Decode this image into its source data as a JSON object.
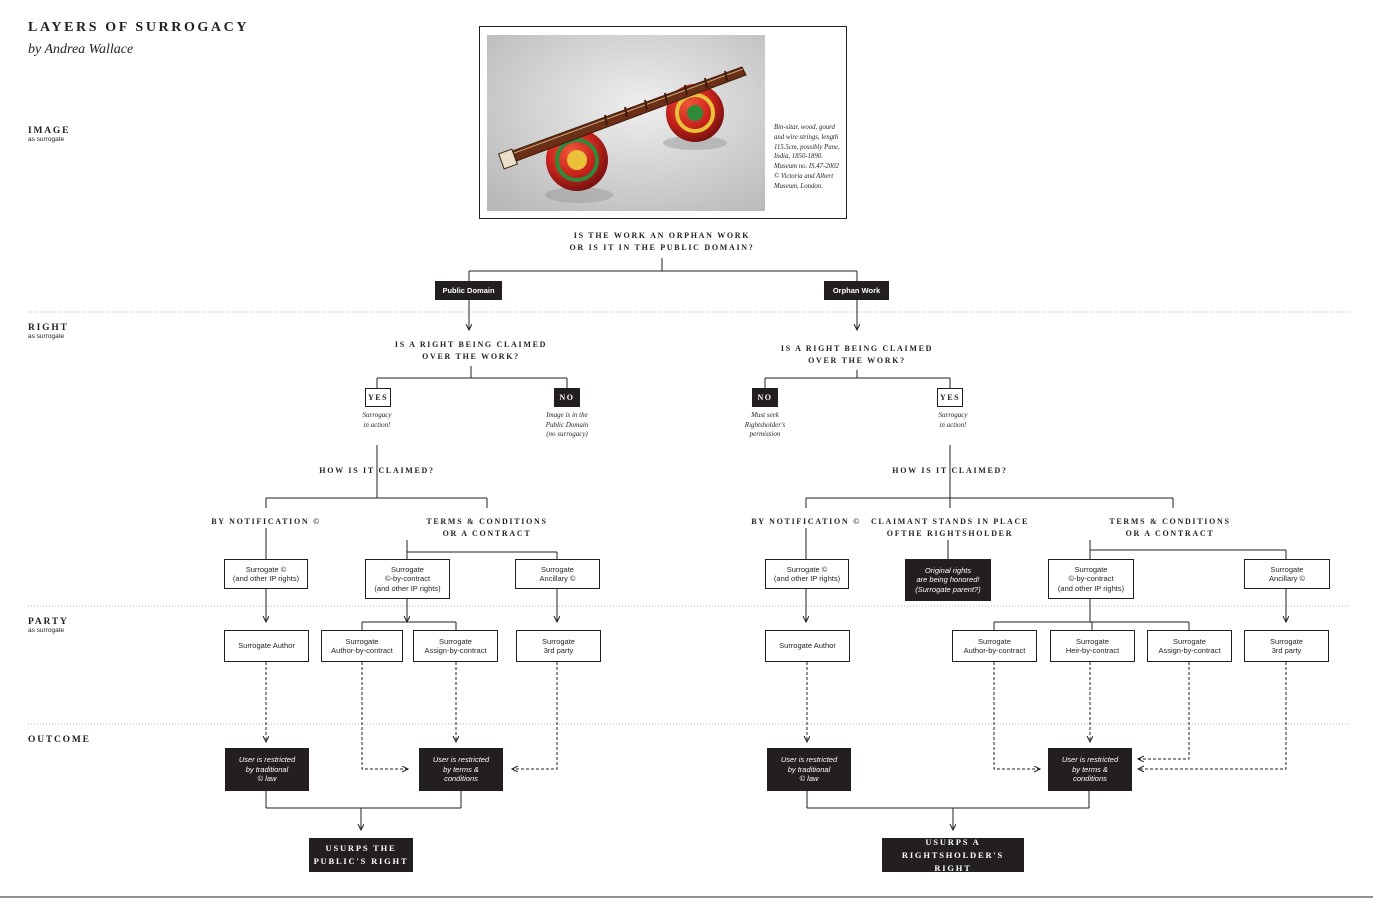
{
  "title": "LAYERS OF SURROGACY",
  "author": "by Andrea Wallace",
  "sections": {
    "image": {
      "label": "IMAGE",
      "sub": "as surrogate"
    },
    "right": {
      "label": "RIGHT",
      "sub": "as surrogate"
    },
    "party": {
      "label": "PARTY",
      "sub": "as surrogate"
    },
    "outcome": {
      "label": "OUTCOME"
    }
  },
  "photo_caption": "Bin-sitar, wood, gourd and wire strings, length 115.5cm, possibly Pune, India, 1850-1890. Museum no. IS.47-2002 © Victoria and Albert Museum, London.",
  "q_top": [
    "IS THE WORK AN ORPHAN WORK",
    "OR IS IT IN THE PUBLIC DOMAIN?"
  ],
  "branch_public": "Public Domain",
  "branch_orphan": "Orphan Work",
  "q_claimed": [
    "IS A RIGHT BEING CLAIMED",
    "OVER THE WORK?"
  ],
  "yes": "YES",
  "no": "NO",
  "left": {
    "yes_note": [
      "Surrogacy",
      "in action!"
    ],
    "no_note": [
      "Image is in the",
      "Public Domain",
      "(no surrogacy)"
    ],
    "how": "HOW IS IT CLAIMED?",
    "by_notification": "BY NOTIFICATION ©",
    "terms": [
      "TERMS & CONDITIONS",
      "OR A CONTRACT"
    ],
    "r1": [
      "Surrogate ©",
      "(and other IP rights)"
    ],
    "r2": [
      "Surrogate",
      "©-by-contract",
      "(and other IP rights)"
    ],
    "r3": [
      "Surrogate",
      "Ancillary ©"
    ],
    "p1": [
      "Surrogate Author"
    ],
    "p2": [
      "Surrogate",
      "Author-by-contract"
    ],
    "p3": [
      "Surrogate",
      "Assign-by-contract"
    ],
    "p4": [
      "Surrogate",
      "3rd party"
    ],
    "o1": [
      "User is restricted",
      "by traditional",
      "© law"
    ],
    "o2": [
      "User is restricted",
      "by terms &",
      "conditions"
    ],
    "usurp": [
      "USURPS THE",
      "PUBLIC'S RIGHT"
    ]
  },
  "right": {
    "no_note": [
      "Must seek",
      "Rightsholder's",
      "permission"
    ],
    "yes_note": [
      "Surrogacy",
      "in action!"
    ],
    "how": "HOW IS IT CLAIMED?",
    "by_notification": "BY NOTIFICATION ©",
    "claimant": [
      "CLAIMANT STANDS IN PLACE",
      "OFTHE RIGHTSHOLDER"
    ],
    "terms": [
      "TERMS & CONDITIONS",
      "OR A CONTRACT"
    ],
    "r1": [
      "Surrogate ©",
      "(and other IP rights)"
    ],
    "r_orig": [
      "Original rights",
      "are being honored!",
      "(Surrogate parent?)"
    ],
    "r2": [
      "Surrogate",
      "©-by-contract",
      "(and other IP rights)"
    ],
    "r3": [
      "Surrogate",
      "Ancillary ©"
    ],
    "p1": [
      "Surrogate Author"
    ],
    "p2": [
      "Surrogate",
      "Author-by-contract"
    ],
    "p3": [
      "Surrogate",
      "Heir-by-contract"
    ],
    "p4": [
      "Surrogate",
      "Assign-by-contract"
    ],
    "p5": [
      "Surrogate",
      "3rd party"
    ],
    "o1": [
      "User is restricted",
      "by traditional",
      "© law"
    ],
    "o2": [
      "User is restricted",
      "by terms &",
      "conditions"
    ],
    "usurp": [
      "USURPS A",
      "RIGHTSHOLDER'S RIGHT"
    ]
  },
  "colors": {
    "ink": "#231f20",
    "divider": "#b3b3b3"
  }
}
